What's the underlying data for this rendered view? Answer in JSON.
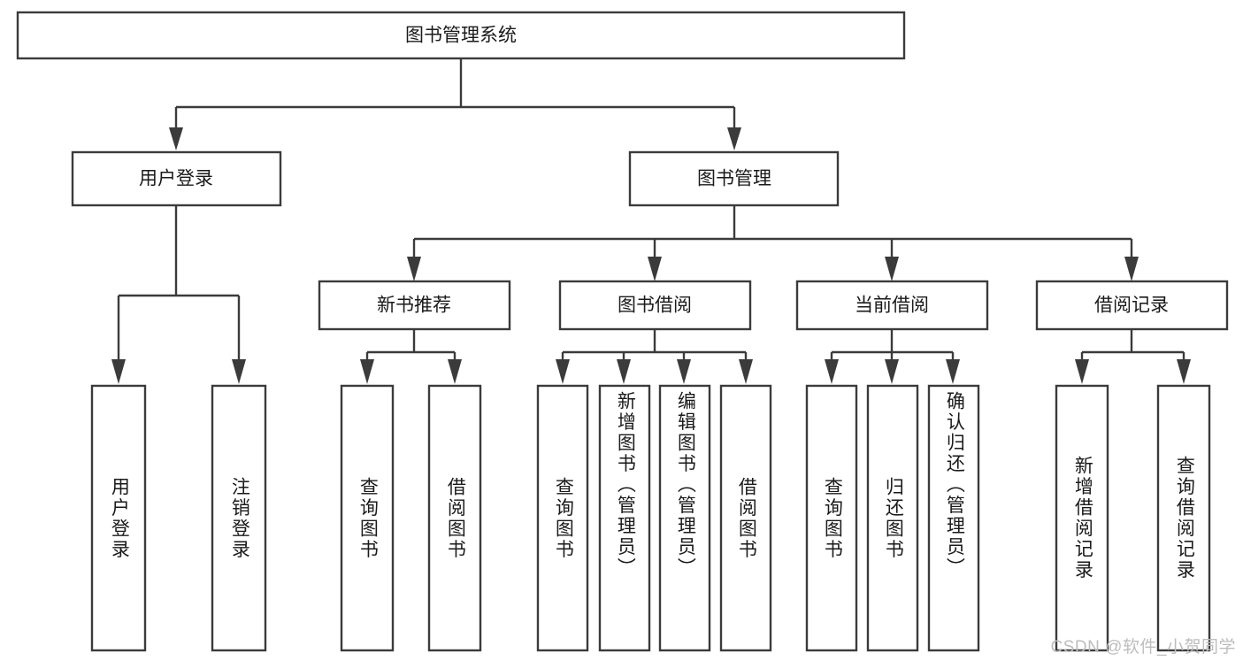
{
  "diagram": {
    "title": "图书管理系统",
    "type": "hierarchy-tree",
    "root": {
      "id": "root",
      "label": "图书管理系统",
      "orientation": "horizontal"
    },
    "level2": [
      {
        "id": "user-login",
        "label": "用户登录",
        "orientation": "horizontal"
      },
      {
        "id": "book-management",
        "label": "图书管理",
        "orientation": "horizontal"
      }
    ],
    "level3": [
      {
        "id": "new-book-recommend",
        "label": "新书推荐",
        "parent": "book-management",
        "orientation": "horizontal"
      },
      {
        "id": "book-borrow",
        "label": "图书借阅",
        "parent": "book-management",
        "orientation": "horizontal"
      },
      {
        "id": "current-borrow",
        "label": "当前借阅",
        "parent": "book-management",
        "orientation": "horizontal"
      },
      {
        "id": "borrow-record",
        "label": "借阅记录",
        "parent": "book-management",
        "orientation": "horizontal"
      }
    ],
    "leaves": [
      {
        "id": "leaf-user-login",
        "label": "用户登录",
        "parent": "user-login",
        "orientation": "vertical"
      },
      {
        "id": "leaf-user-logout",
        "label": "注销登录",
        "parent": "user-login",
        "orientation": "vertical"
      },
      {
        "id": "leaf-query-book-1",
        "label": "查询图书",
        "parent": "new-book-recommend",
        "orientation": "vertical"
      },
      {
        "id": "leaf-borrow-book-1",
        "label": "借阅图书",
        "parent": "new-book-recommend",
        "orientation": "vertical"
      },
      {
        "id": "leaf-query-book-2",
        "label": "查询图书",
        "parent": "book-borrow",
        "orientation": "vertical"
      },
      {
        "id": "leaf-add-book",
        "label": "新增图书（管理员）",
        "parent": "book-borrow",
        "orientation": "vertical"
      },
      {
        "id": "leaf-edit-book",
        "label": "编辑图书（管理员）",
        "parent": "book-borrow",
        "orientation": "vertical"
      },
      {
        "id": "leaf-borrow-book-2",
        "label": "借阅图书",
        "parent": "book-borrow",
        "orientation": "vertical"
      },
      {
        "id": "leaf-query-book-3",
        "label": "查询图书",
        "parent": "current-borrow",
        "orientation": "vertical"
      },
      {
        "id": "leaf-return-book",
        "label": "归还图书",
        "parent": "current-borrow",
        "orientation": "vertical"
      },
      {
        "id": "leaf-confirm-return",
        "label": "确认归还（管理员）",
        "parent": "current-borrow",
        "orientation": "vertical"
      },
      {
        "id": "leaf-add-record",
        "label": "新增借阅记录",
        "parent": "borrow-record",
        "orientation": "vertical"
      },
      {
        "id": "leaf-query-record",
        "label": "查询借阅记录",
        "parent": "borrow-record",
        "orientation": "vertical"
      }
    ],
    "watermark": "CSDN @软件_小贺同学",
    "colors": {
      "stroke": "#3b3b3b",
      "box_fill": "#ffffff",
      "text": "#1a1a1a",
      "background": "#ffffff",
      "watermark": "#bdbdbd"
    }
  }
}
